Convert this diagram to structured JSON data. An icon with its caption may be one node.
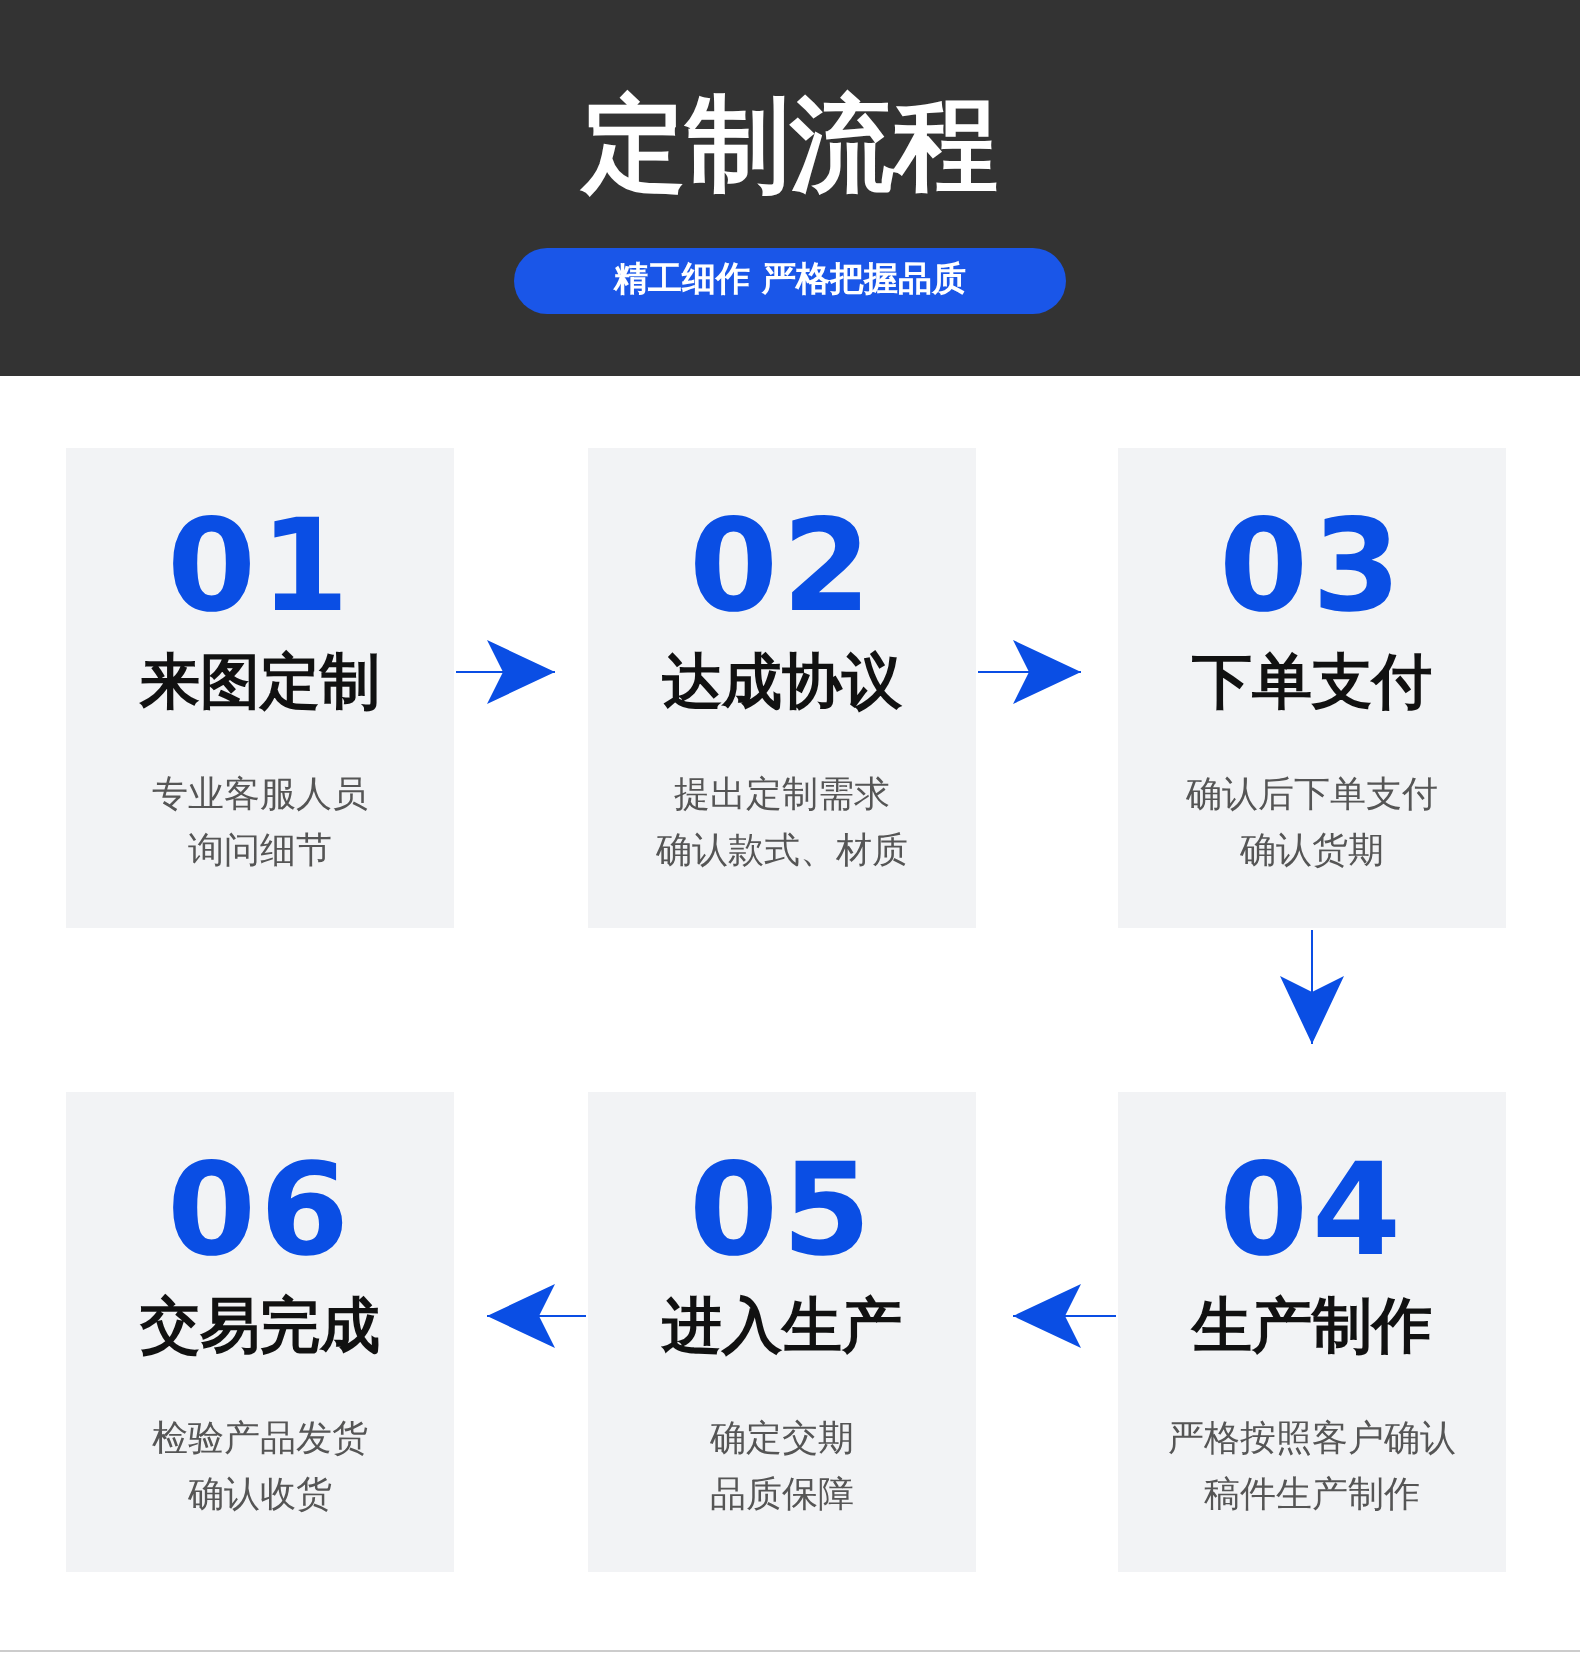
{
  "diagram": {
    "title": "定制流程",
    "nodes": [
      {
        "text": [
          "01",
          "来图定制",
          "专业客服人员",
          "询问细节"
        ]
      },
      {
        "text": [
          "02",
          "达成协议",
          "提出定制需求",
          "确认款式、材质"
        ]
      },
      {
        "text": [
          "03",
          "下单支付",
          "确认后下单支付",
          "确认货期"
        ]
      },
      {
        "text": [
          "04",
          "生产制作",
          "严格按照客户确认",
          "稿件生产制作"
        ]
      },
      {
        "text": [
          "05",
          "进入生产",
          "确定交期",
          "品质保障"
        ]
      },
      {
        "text": [
          "06",
          "交易完成",
          "检验产品发货",
          "确认收货"
        ]
      }
    ],
    "edges": [
      {
        "from": 0,
        "to": 1,
        "arrow": "to"
      },
      {
        "from": 1,
        "to": 2,
        "arrow": "to"
      },
      {
        "from": 2,
        "to": 3,
        "arrow": "to"
      },
      {
        "from": 3,
        "to": 4,
        "arrow": "to"
      },
      {
        "from": 4,
        "to": 5,
        "arrow": "to"
      }
    ],
    "labels": [
      "精工细作 严格把握品质"
    ]
  }
}
